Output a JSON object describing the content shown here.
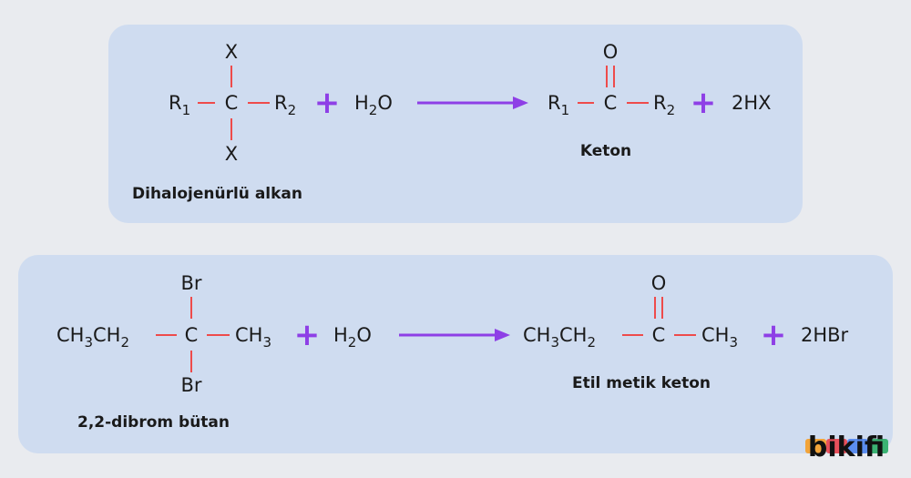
{
  "reaction1": {
    "reactant": {
      "sub1": "X",
      "sub2": "X",
      "r1": "R",
      "r1_sub": "1",
      "center": "C",
      "r2": "R",
      "r2_sub": "2"
    },
    "plus1": "+",
    "water": {
      "h": "H",
      "h_sub": "2",
      "o": "O"
    },
    "product": {
      "o": "O",
      "r1": "R",
      "r1_sub": "1",
      "center": "C",
      "r2": "R",
      "r2_sub": "2"
    },
    "plus2": "+",
    "byproduct": "2HX",
    "reactant_label": "Dihalojenürlü alkan",
    "product_label": "Keton"
  },
  "reaction2": {
    "reactant": {
      "sub1": "Br",
      "sub2": "Br",
      "left": "CH",
      "left_sub": "3",
      "left2": "CH",
      "left2_sub": "2",
      "center": "C",
      "right": "CH",
      "right_sub": "3"
    },
    "plus1": "+",
    "water": {
      "h": "H",
      "h_sub": "2",
      "o": "O"
    },
    "product": {
      "o": "O",
      "left": "CH",
      "left_sub": "3",
      "left2": "CH",
      "left2_sub": "2",
      "center": "C",
      "right": "CH",
      "right_sub": "3"
    },
    "plus2": "+",
    "byproduct": "2HBr",
    "reactant_label": "2,2-dibrom bütan",
    "product_label": "Etil metik keton"
  },
  "logo": {
    "text": "bikifi",
    "colors": [
      "#f2a43a",
      "#e8505b",
      "#5b8def",
      "#3bb273"
    ]
  },
  "colors": {
    "panel": "#cfdcf0",
    "bond": "#ee4b4b",
    "accent": "#8e3fe6"
  }
}
